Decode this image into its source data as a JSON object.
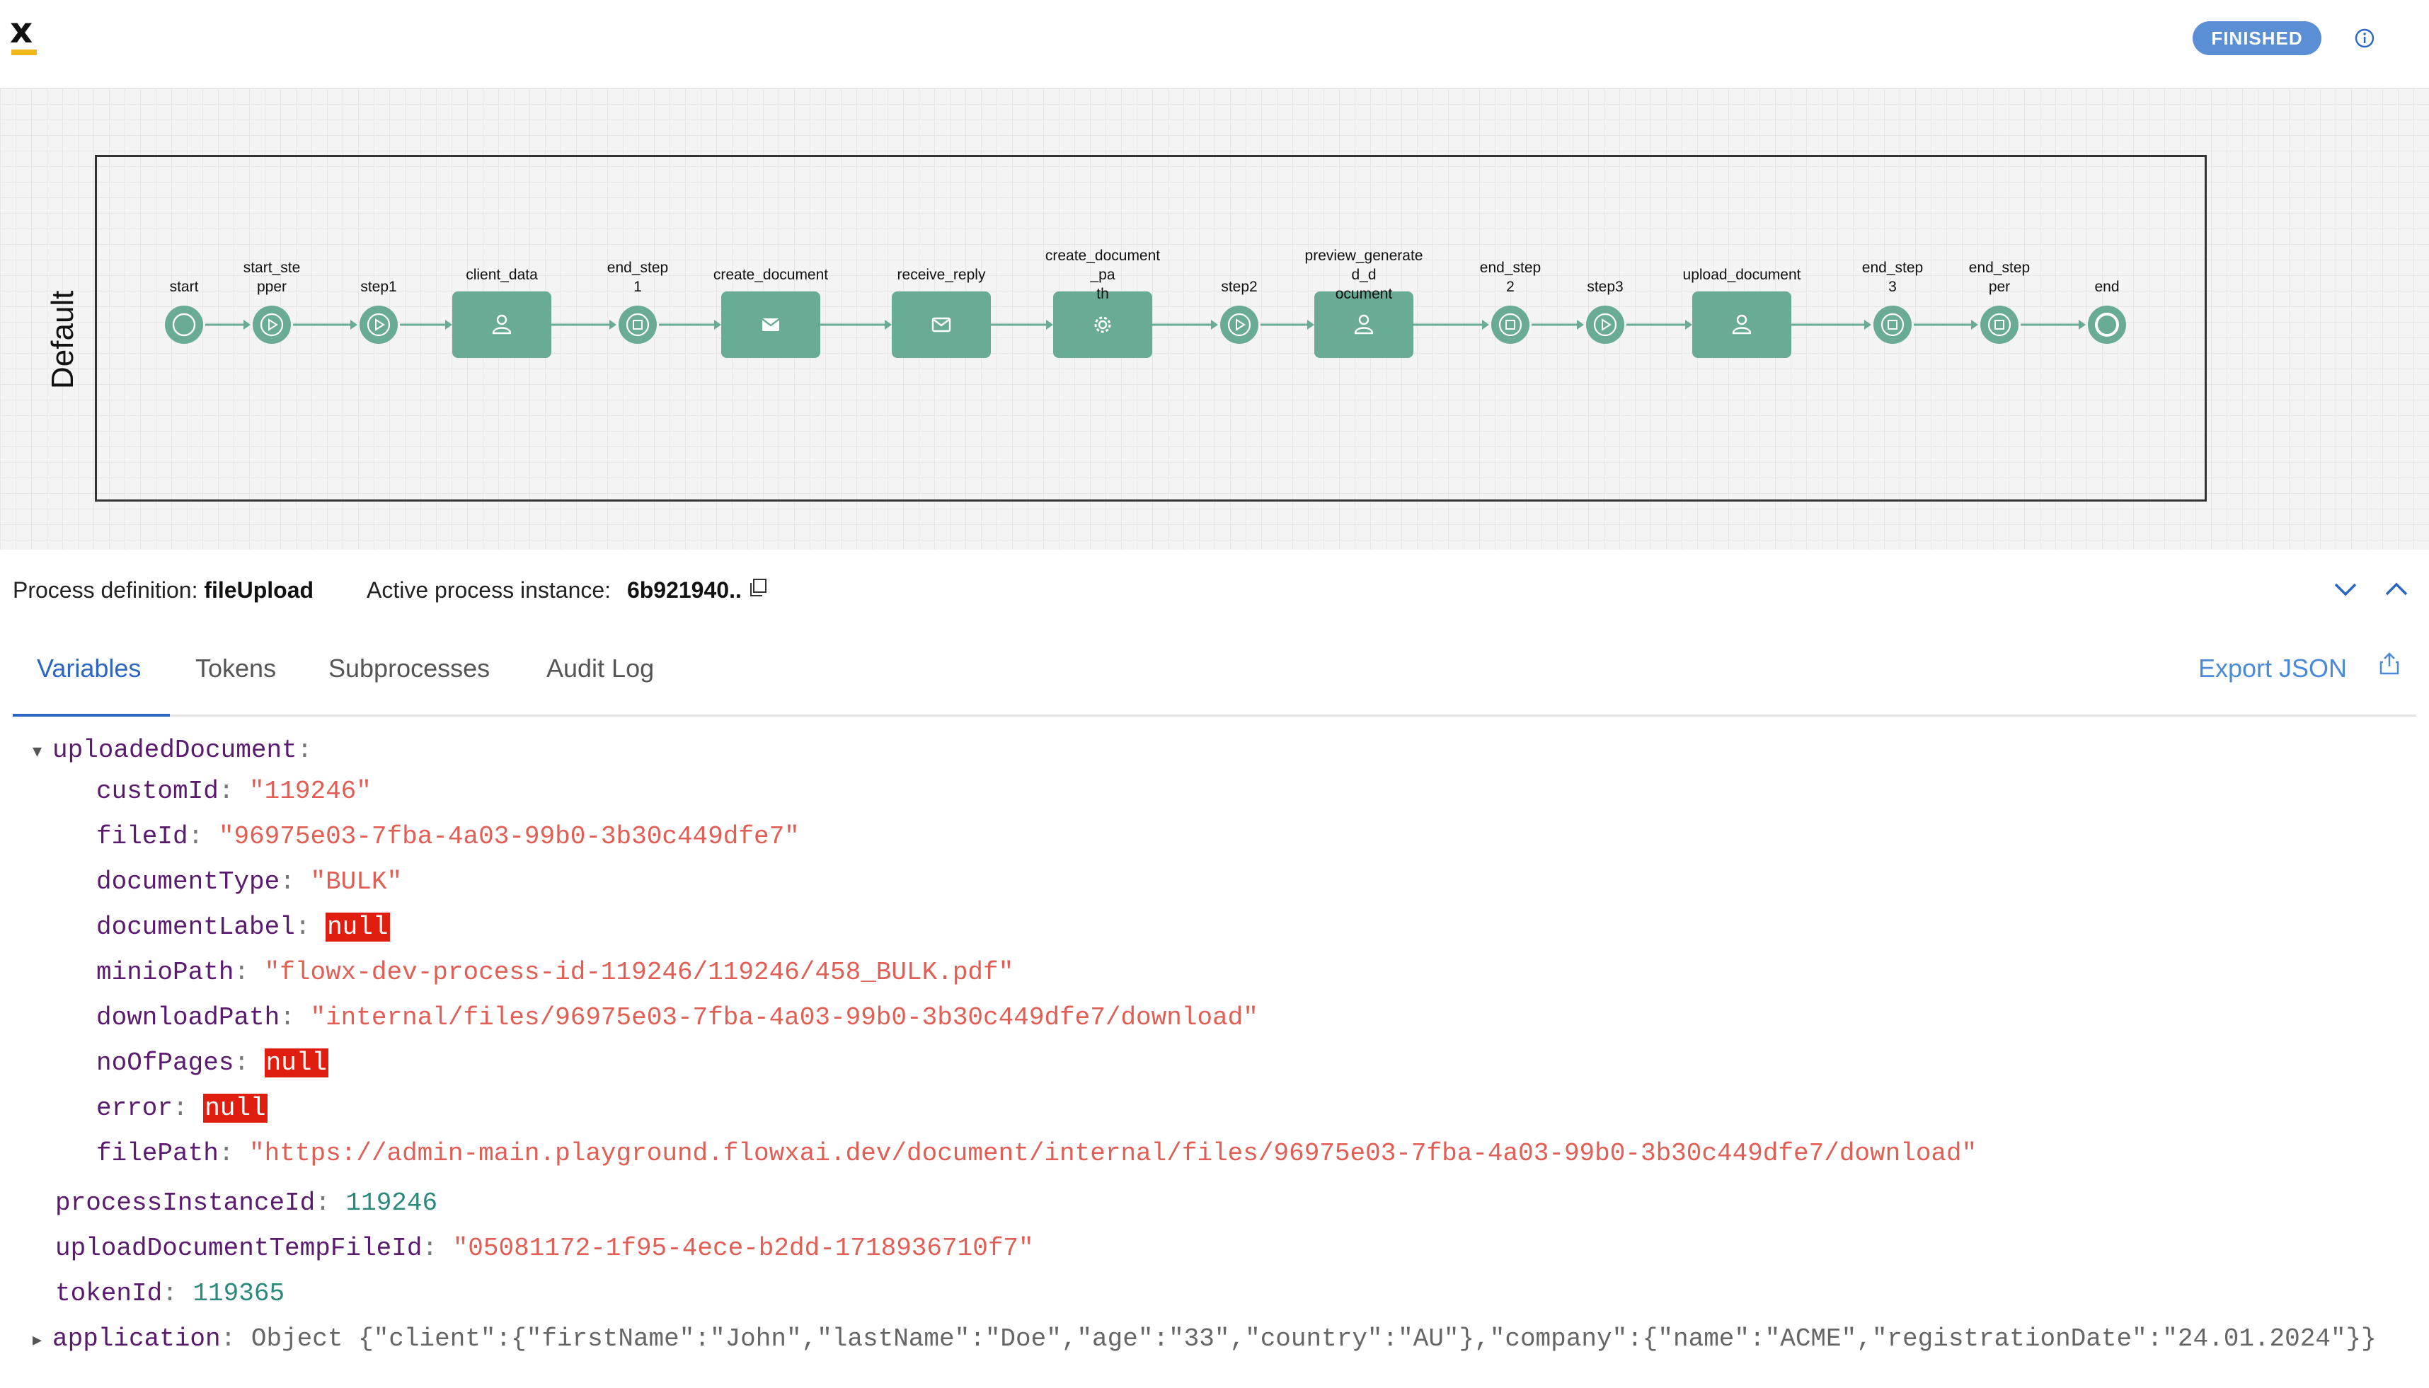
{
  "header": {
    "status": "FINISHED",
    "logo_icon": "flowx-logo-icon",
    "info_icon": "info-circle-icon",
    "colors": {
      "badge": "#5a8fd6",
      "logo_bar": "#f2b81b",
      "node": "#6aab96"
    }
  },
  "diagram": {
    "lane": "Default",
    "nodes": [
      {
        "label": "start",
        "type": "start-event"
      },
      {
        "label": "start_ste pper",
        "type": "intermediate-event"
      },
      {
        "label": "step1",
        "type": "intermediate-event"
      },
      {
        "label": "client_data",
        "type": "user-task"
      },
      {
        "label": "end_step 1",
        "type": "intermediate-event"
      },
      {
        "label": "create_document",
        "type": "send-task"
      },
      {
        "label": "receive_reply",
        "type": "receive-task"
      },
      {
        "label": "create_document_pa th",
        "type": "service-task"
      },
      {
        "label": "step2",
        "type": "intermediate-event"
      },
      {
        "label": "preview_generated_d ocument",
        "type": "user-task"
      },
      {
        "label": "end_step 2",
        "type": "intermediate-event"
      },
      {
        "label": "step3",
        "type": "intermediate-event"
      },
      {
        "label": "upload_document",
        "type": "user-task"
      },
      {
        "label": "end_step 3",
        "type": "intermediate-event"
      },
      {
        "label": "end_step per",
        "type": "intermediate-event"
      },
      {
        "label": "end",
        "type": "end-event"
      }
    ]
  },
  "info_bar": {
    "process_definition_label": "Process definition:",
    "process_definition_value": "fileUpload",
    "active_instance_label": "Active process instance:",
    "active_instance_value": "6b921940.."
  },
  "tabs": {
    "items": [
      "Variables",
      "Tokens",
      "Subprocesses",
      "Audit Log"
    ],
    "active": "Variables",
    "export_label": "Export JSON"
  },
  "variables": {
    "uploadedDocument_key": "uploadedDocument",
    "uploadedDocument": {
      "customId": "\"119246\"",
      "fileId": "\"96975e03-7fba-4a03-99b0-3b30c449dfe7\"",
      "documentType": "\"BULK\"",
      "documentLabel": "null",
      "minioPath": "\"flowx-dev-process-id-119246/119246/458_BULK.pdf\"",
      "downloadPath": "\"internal/files/96975e03-7fba-4a03-99b0-3b30c449dfe7/download\"",
      "noOfPages": "null",
      "error": "null",
      "filePath": "\"https://admin-main.playground.flowxai.dev/document/internal/files/96975e03-7fba-4a03-99b0-3b30c449dfe7/download\""
    },
    "processInstanceId": "119246",
    "uploadDocumentTempFileId": "\"05081172-1f95-4ece-b2dd-1718936710f7\"",
    "tokenId": "119365",
    "application_key": "application",
    "application": "Object {\"client\":{\"firstName\":\"John\",\"lastName\":\"Doe\",\"age\":\"33\",\"country\":\"AU\"},\"company\":{\"name\":\"ACME\",\"registrationDate\":\"24.01.2024\"}}"
  }
}
